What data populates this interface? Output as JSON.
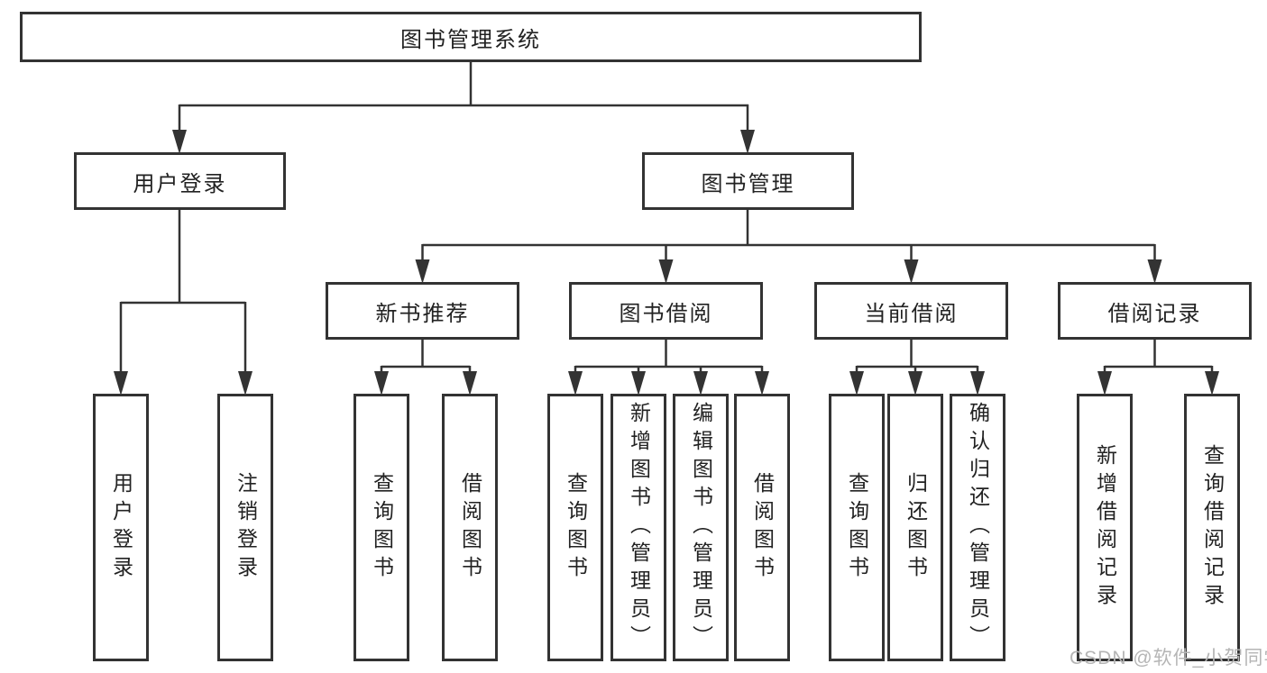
{
  "diagram": {
    "root": {
      "label": "图书管理系统"
    },
    "level2": {
      "user_login": {
        "label": "用户登录"
      },
      "book_mgmt": {
        "label": "图书管理"
      }
    },
    "level3": {
      "new_books": {
        "label": "新书推荐"
      },
      "book_borrow": {
        "label": "图书借阅"
      },
      "current_borrow": {
        "label": "当前借阅"
      },
      "borrow_records": {
        "label": "借阅记录"
      }
    },
    "leaves": {
      "user_login_leaf": {
        "label": "用户登录"
      },
      "logout": {
        "label": "注销登录"
      },
      "nb_query": {
        "label": "查询图书"
      },
      "nb_borrow": {
        "label": "借阅图书"
      },
      "bb_query": {
        "label": "查询图书"
      },
      "bb_add": {
        "label": "新增图书（管理员）"
      },
      "bb_edit": {
        "label": "编辑图书（管理员）"
      },
      "bb_borrow": {
        "label": "借阅图书"
      },
      "cb_query": {
        "label": "查询图书"
      },
      "cb_return": {
        "label": "归还图书"
      },
      "cb_confirm": {
        "label": "确认归还（管理员）"
      },
      "br_add": {
        "label": "新增借阅记录"
      },
      "br_query": {
        "label": "查询借阅记录"
      }
    }
  },
  "watermark": {
    "text": "CSDN @软件_小贺同学"
  }
}
